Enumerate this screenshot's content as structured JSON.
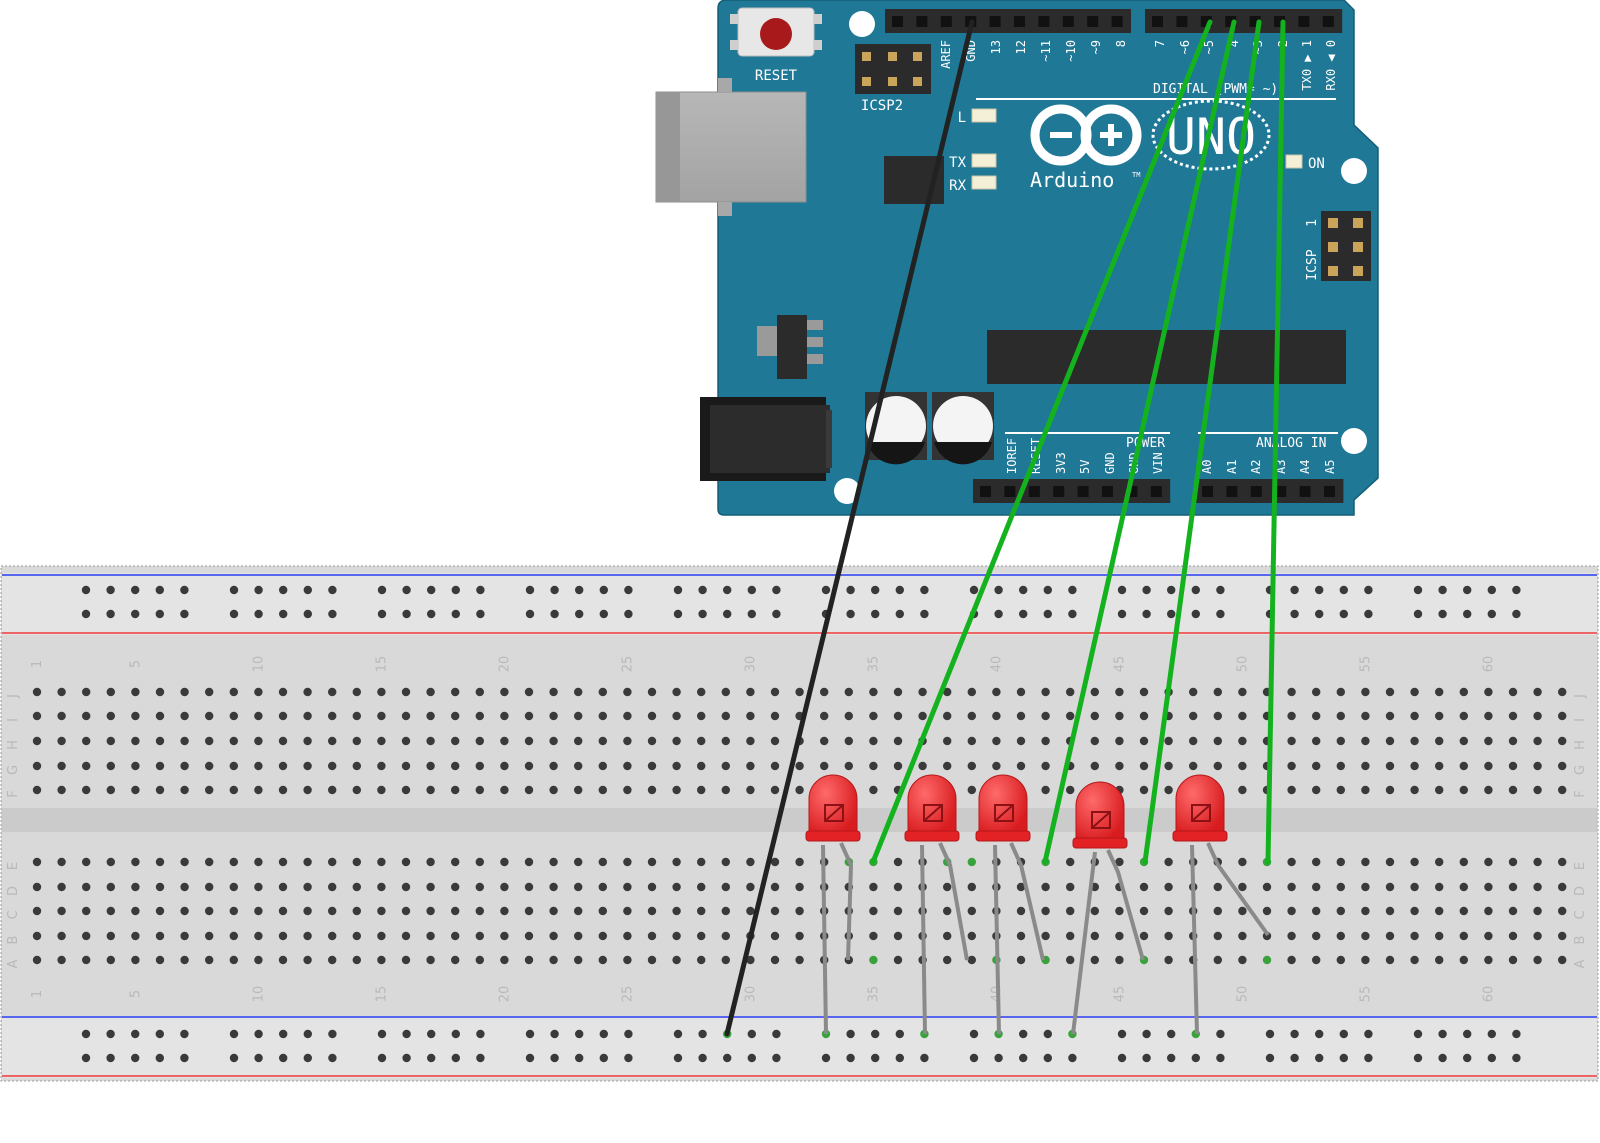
{
  "arduino": {
    "reset_label": "RESET",
    "icsp2_label": "ICSP2",
    "icsp_label": "ICSP",
    "icsp_pin1_label": "1",
    "led_l_label": "L",
    "tx_label": "TX",
    "rx_label": "RX",
    "on_label": "ON",
    "brand": "Arduino",
    "trademark": "TM",
    "model": "UNO",
    "digital_header_label": "DIGITAL (PWM= ~)",
    "power_header_label": "POWER",
    "analog_header_label": "ANALOG IN",
    "digital_pins": [
      "AREF",
      "GND",
      "13",
      "12",
      "~11",
      "~10",
      "~9",
      "8",
      "7",
      "~6",
      "~5",
      "4",
      "~3",
      "2",
      "TX0 ▶ 1",
      "RX0 ◀ 0"
    ],
    "power_pins": [
      "IOREF",
      "RESET",
      "3V3",
      "5V",
      "GND",
      "GND",
      "VIN"
    ],
    "analog_pins": [
      "A0",
      "A1",
      "A2",
      "A3",
      "A4",
      "A5"
    ],
    "board_color": "#1f7896"
  },
  "breadboard": {
    "row_letters_top": [
      "J",
      "I",
      "H",
      "G",
      "F"
    ],
    "row_letters_bottom": [
      "E",
      "D",
      "C",
      "B",
      "A"
    ],
    "column_numbers": [
      "1",
      "5",
      "10",
      "15",
      "20",
      "25",
      "30",
      "35",
      "40",
      "45",
      "50",
      "55",
      "60"
    ]
  },
  "components": {
    "led_count": 5,
    "led_color": "#e32226"
  },
  "wires": {
    "gnd_wire_color": "#222222",
    "signal_wire_color": "#14b21e"
  }
}
